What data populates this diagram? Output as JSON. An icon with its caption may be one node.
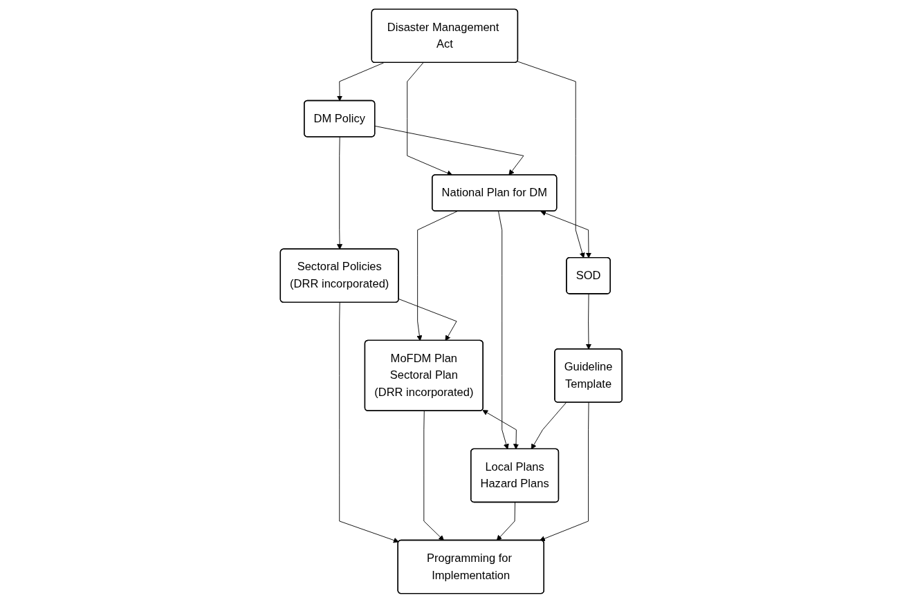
{
  "diagram": {
    "nodes": [
      {
        "text": [
          "Disaster Management Act"
        ]
      },
      {
        "text": [
          "DM Policy"
        ]
      },
      {
        "text": [
          "National Plan for DM"
        ]
      },
      {
        "text": [
          "SOD"
        ]
      },
      {
        "text": [
          "Sectoral Policies",
          "(DRR incorporated)"
        ]
      },
      {
        "text": [
          "MoFDM Plan",
          "Sectoral Plan",
          "(DRR incorporated)"
        ]
      },
      {
        "text": [
          "Local Plans",
          "Hazard Plans"
        ]
      },
      {
        "text": [
          "Guideline",
          "Template"
        ]
      },
      {
        "text": [
          "Programming for Implementation"
        ]
      }
    ],
    "edges": [
      {
        "from": 0,
        "to": 1,
        "arrow": "to"
      },
      {
        "from": 0,
        "to": 2,
        "arrow": "to"
      },
      {
        "from": 0,
        "to": 3,
        "arrow": "to"
      },
      {
        "from": 1,
        "to": 2,
        "arrow": "to"
      },
      {
        "from": 2,
        "to": 3,
        "arrow": "both"
      },
      {
        "from": 1,
        "to": 4,
        "arrow": "to"
      },
      {
        "from": 2,
        "to": 5,
        "arrow": "to"
      },
      {
        "from": 2,
        "to": 6,
        "arrow": "to"
      },
      {
        "from": 3,
        "to": 7,
        "arrow": "to"
      },
      {
        "from": 4,
        "to": 5,
        "arrow": "to"
      },
      {
        "from": 5,
        "to": 6,
        "arrow": "both"
      },
      {
        "from": 7,
        "to": 6,
        "arrow": "to"
      },
      {
        "from": 4,
        "to": 8,
        "arrow": "to"
      },
      {
        "from": 5,
        "to": 8,
        "arrow": "to"
      },
      {
        "from": 6,
        "to": 8,
        "arrow": "to"
      },
      {
        "from": 7,
        "to": 8,
        "arrow": "to"
      }
    ]
  }
}
